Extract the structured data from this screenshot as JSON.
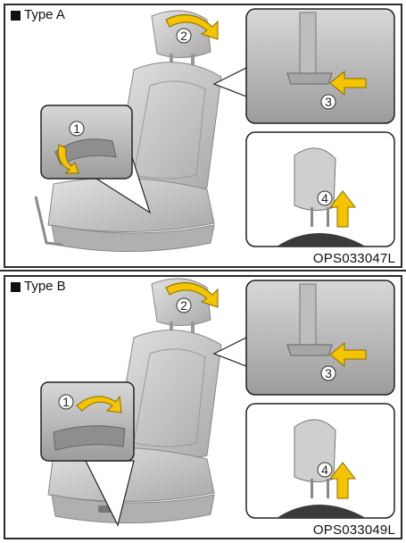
{
  "panels": [
    {
      "type_label": "Type A",
      "code": "OPS033047L",
      "steps": [
        "1",
        "2",
        "3",
        "4"
      ]
    },
    {
      "type_label": "Type B",
      "code": "OPS033049L",
      "steps": [
        "1",
        "2",
        "3",
        "4"
      ]
    }
  ],
  "colors": {
    "arrow_yellow": "#f5c400",
    "seat_gray": "#c9c9c9",
    "frame": "#2b2b2b"
  }
}
